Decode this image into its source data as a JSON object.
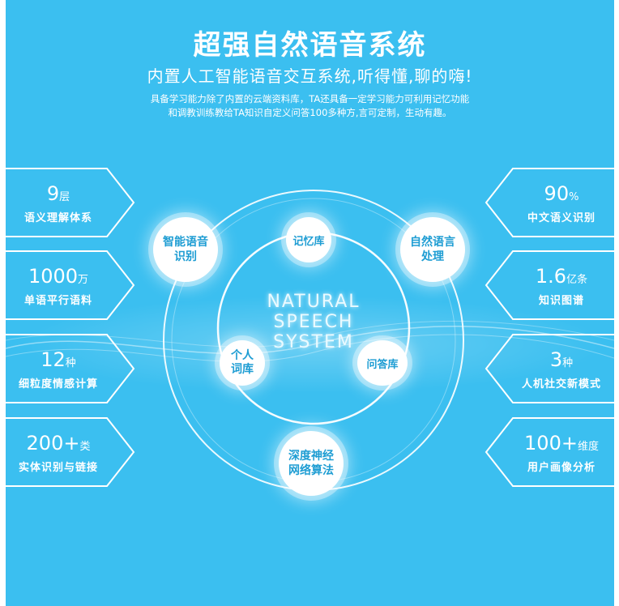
{
  "header": {
    "title": "超强自然语音系统",
    "subtitle": "内置人工智能语音交互系统,听得懂,聊的嗨!",
    "desc_line1": "具备学习能力除了内置的云端资料库，TA还具备一定学习能力可利用记忆功能",
    "desc_line2": "和调教训练教给TA知识自定义问答100多种方,言可定制，生动有趣。"
  },
  "left_stats": [
    {
      "value": "9",
      "unit": "层",
      "label": "语义理解体系"
    },
    {
      "value": "1000",
      "unit": "万",
      "label": "单语平行语料"
    },
    {
      "value": "12",
      "unit": "种",
      "label": "细粒度情感计算"
    },
    {
      "value": "200+",
      "unit": "类",
      "label": "实体识别与链接"
    }
  ],
  "right_stats": [
    {
      "value": "90",
      "unit": "%",
      "label": "中文语义识别"
    },
    {
      "value": "1.6",
      "unit": "亿条",
      "label": "知识图谱"
    },
    {
      "value": "3",
      "unit": "种",
      "label": "人机社交新模式"
    },
    {
      "value": "100+",
      "unit": "维度",
      "label": "用户画像分析"
    }
  ],
  "nodes": {
    "speech_recognition": [
      "智能语音",
      "识别"
    ],
    "memory": [
      "记忆库"
    ],
    "nlp": [
      "自然语言",
      "处理"
    ],
    "personal_lexicon": [
      "个人",
      "词库"
    ],
    "qa": [
      "问答库"
    ],
    "deep_learning": [
      "深度神经",
      "网络算法"
    ]
  },
  "center": {
    "line1": "NATURAL",
    "line2": "SPEECH",
    "line3": "SYSTEM"
  },
  "colors": {
    "background": "#3bbff0",
    "node_text": "#1e9dd3"
  }
}
